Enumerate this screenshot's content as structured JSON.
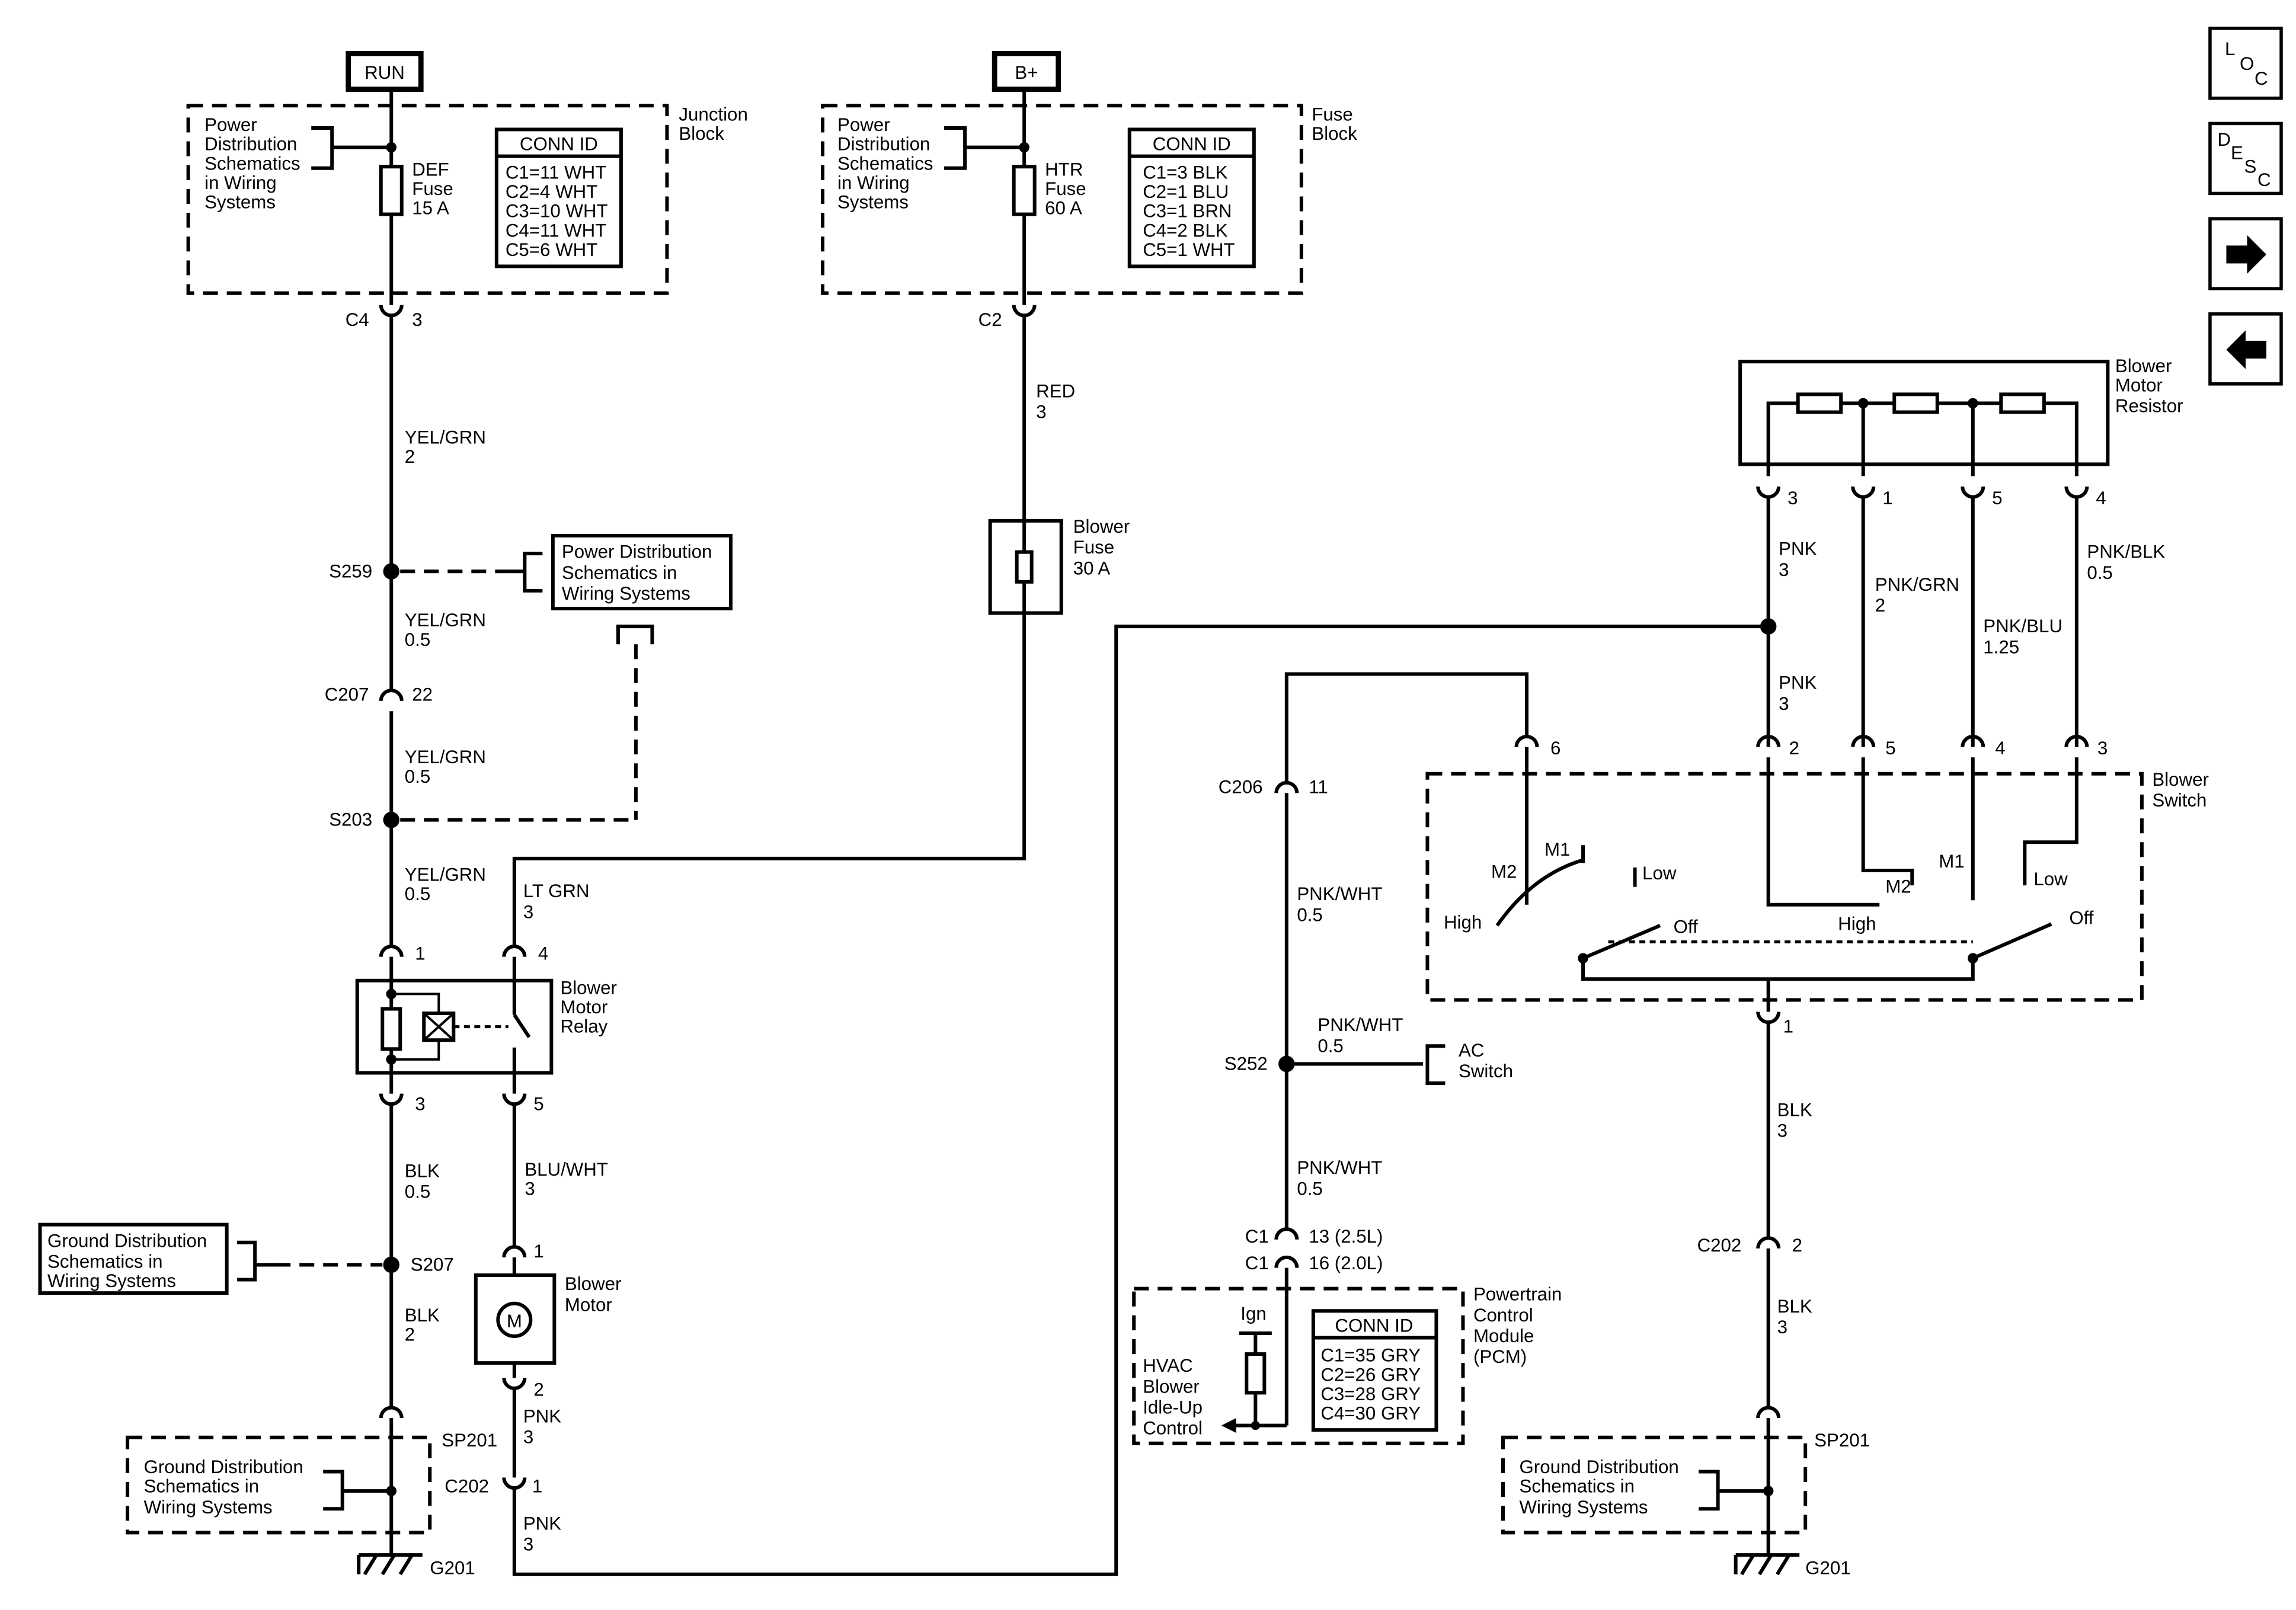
{
  "sources": {
    "run": "RUN",
    "bplus": "B+"
  },
  "junction_block": {
    "title": [
      "Junction",
      "Block"
    ],
    "pds_ref": [
      "Power",
      "Distribution",
      "Schematics",
      "in Wiring",
      "Systems"
    ],
    "fuse": [
      "DEF",
      "Fuse",
      "15 A"
    ],
    "conn_id": {
      "title": "CONN ID",
      "rows": [
        "C1=11 WHT",
        "C2=4 WHT",
        "C3=10 WHT",
        "C4=11 WHT",
        "C5=6 WHT"
      ]
    }
  },
  "fuse_block": {
    "title": [
      "Fuse",
      "Block"
    ],
    "pds_ref": [
      "Power",
      "Distribution",
      "Schematics",
      "in Wiring",
      "Systems"
    ],
    "fuse": [
      "HTR",
      "Fuse",
      "60 A"
    ],
    "conn_id": {
      "title": "CONN ID",
      "rows": [
        "C1=3 BLK",
        "C2=1 BLU",
        "C3=1 BRN",
        "C4=2 BLK",
        "C5=1 WHT"
      ]
    }
  },
  "left_circuit": {
    "c4": "C4",
    "c4_pin": "3",
    "wire1": [
      "YEL/GRN",
      "2"
    ],
    "s259": "S259",
    "pds_box": [
      "Power Distribution",
      "Schematics in",
      "Wiring Systems"
    ],
    "wire2": [
      "YEL/GRN",
      "0.5"
    ],
    "c207": "C207",
    "c207_pin": "22",
    "wire3": [
      "YEL/GRN",
      "0.5"
    ],
    "s203": "S203",
    "wire4": [
      "YEL/GRN",
      "0.5"
    ],
    "wire_ltgrn": [
      "LT GRN",
      "3"
    ],
    "relay_pins": [
      "1",
      "4",
      "3",
      "5"
    ],
    "relay_label": [
      "Blower",
      "Motor",
      "Relay"
    ],
    "wire_blk05": [
      "BLK",
      "0.5"
    ],
    "wire_bluwht": [
      "BLU/WHT",
      "3"
    ],
    "gds_box": [
      "Ground Distribution",
      "Schematics in",
      "Wiring Systems"
    ],
    "s207": "S207",
    "wire_blk2": [
      "BLK",
      "2"
    ],
    "motor_pins": [
      "1",
      "2"
    ],
    "motor_label": [
      "Blower",
      "Motor"
    ],
    "motor_symbol": "M",
    "wire_pnk3a": [
      "PNK",
      "3"
    ],
    "c202": "C202",
    "c202_pin": "1",
    "wire_pnk3b": [
      "PNK",
      "3"
    ],
    "sp201": "SP201",
    "gds_dashed": [
      "Ground Distribution",
      "Schematics in",
      "Wiring Systems"
    ],
    "ground": "G201"
  },
  "center_circuit": {
    "c2": "C2",
    "wire_red": [
      "RED",
      "3"
    ],
    "blower_fuse": [
      "Blower",
      "Fuse",
      "30 A"
    ]
  },
  "resistor": {
    "label": [
      "Blower",
      "Motor",
      "Resistor"
    ],
    "pins": [
      "3",
      "1",
      "5",
      "4"
    ],
    "wires": {
      "pnk3": [
        "PNK",
        "3"
      ],
      "pnkgrn": [
        "PNK/GRN",
        "2"
      ],
      "pnkblu": [
        "PNK/BLU",
        "1.25"
      ],
      "pnkblk": [
        "PNK/BLK",
        "0.5"
      ],
      "pnk3b": [
        "PNK",
        "3"
      ]
    }
  },
  "switch": {
    "label": [
      "Blower",
      "Switch"
    ],
    "top_pins": [
      "6",
      "2",
      "5",
      "4",
      "3"
    ],
    "positions": {
      "m2_left": "M2",
      "m1_left": "M1",
      "high_left": "High",
      "low_left": "Low",
      "off_left": "Off",
      "high_right": "High",
      "m2_right": "M2",
      "m1_right": "M1",
      "low_right": "Low",
      "off_right": "Off"
    },
    "bottom_pin": "1",
    "wire_blk3a": [
      "BLK",
      "3"
    ],
    "c202": "C202",
    "c202_pin": "2",
    "wire_blk3b": [
      "BLK",
      "3"
    ],
    "sp201": "SP201",
    "gds_dashed": [
      "Ground Distribution",
      "Schematics in",
      "Wiring Systems"
    ],
    "ground": "G201"
  },
  "pcm_circuit": {
    "c206": "C206",
    "c206_pin": "11",
    "wire1": [
      "PNK/WHT",
      "0.5"
    ],
    "s252": "S252",
    "wire_ac": [
      "PNK/WHT",
      "0.5"
    ],
    "ac_switch": [
      "AC",
      "Switch"
    ],
    "wire2": [
      "PNK/WHT",
      "0.5"
    ],
    "c1a": "C1",
    "c1a_pin": "13 (2.5L)",
    "c1b": "C1",
    "c1b_pin": "16 (2.0L)",
    "ign": "Ign",
    "hvac_label": [
      "HVAC",
      "Blower",
      "Idle-Up",
      "Control"
    ],
    "conn_id": {
      "title": "CONN ID",
      "rows": [
        "C1=35 GRY",
        "C2=26 GRY",
        "C3=28 GRY",
        "C4=30 GRY"
      ]
    },
    "pcm_label": [
      "Powertrain",
      "Control",
      "Module",
      "(PCM)"
    ]
  },
  "nav": {
    "loc": [
      "L",
      "O",
      "C"
    ],
    "desc": [
      "D",
      "E",
      "S",
      "C"
    ]
  }
}
